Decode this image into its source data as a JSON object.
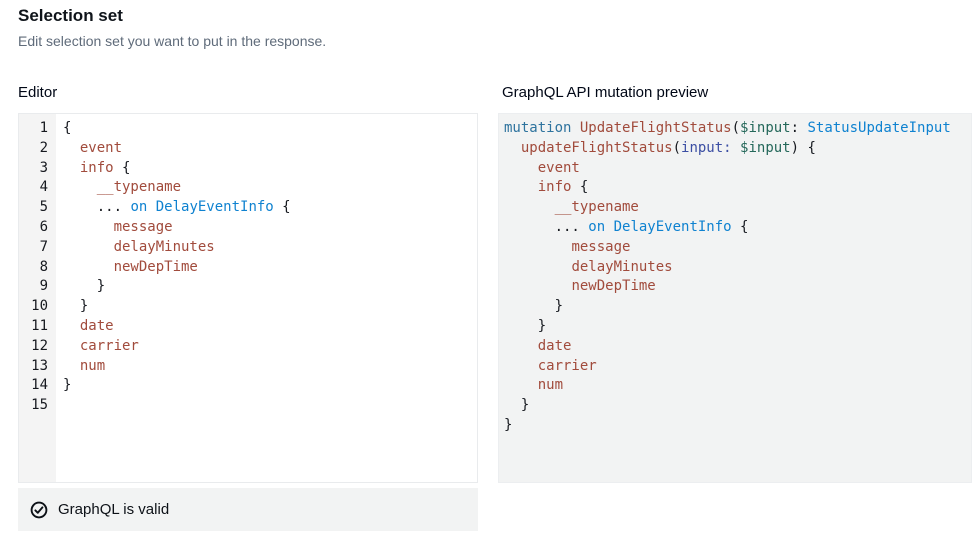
{
  "page": {
    "title": "Selection set",
    "description": "Edit selection set you want to put in the response."
  },
  "editor": {
    "label": "Editor",
    "status": {
      "icon": "check-circle-icon",
      "text": "GraphQL is valid"
    },
    "lines": [
      {
        "n": "1",
        "segs": [
          {
            "t": "{",
            "c": "p"
          }
        ]
      },
      {
        "n": "2",
        "segs": [
          {
            "t": "  ",
            "c": "p"
          },
          {
            "t": "event",
            "c": "f"
          }
        ]
      },
      {
        "n": "3",
        "segs": [
          {
            "t": "  ",
            "c": "p"
          },
          {
            "t": "info",
            "c": "f"
          },
          {
            "t": " {",
            "c": "p"
          }
        ]
      },
      {
        "n": "4",
        "segs": [
          {
            "t": "    ",
            "c": "p"
          },
          {
            "t": "__typename",
            "c": "f"
          }
        ]
      },
      {
        "n": "5",
        "segs": [
          {
            "t": "    ... ",
            "c": "p"
          },
          {
            "t": "on",
            "c": "t"
          },
          {
            "t": " ",
            "c": "p"
          },
          {
            "t": "DelayEventInfo",
            "c": "t"
          },
          {
            "t": " {",
            "c": "p"
          }
        ]
      },
      {
        "n": "6",
        "segs": [
          {
            "t": "      ",
            "c": "p"
          },
          {
            "t": "message",
            "c": "f"
          }
        ]
      },
      {
        "n": "7",
        "segs": [
          {
            "t": "      ",
            "c": "p"
          },
          {
            "t": "delayMinutes",
            "c": "f"
          }
        ]
      },
      {
        "n": "8",
        "segs": [
          {
            "t": "      ",
            "c": "p"
          },
          {
            "t": "newDepTime",
            "c": "f"
          }
        ]
      },
      {
        "n": "9",
        "segs": [
          {
            "t": "    }",
            "c": "p"
          }
        ]
      },
      {
        "n": "10",
        "segs": [
          {
            "t": "  }",
            "c": "p"
          }
        ]
      },
      {
        "n": "11",
        "segs": [
          {
            "t": "  ",
            "c": "p"
          },
          {
            "t": "date",
            "c": "f"
          }
        ]
      },
      {
        "n": "12",
        "segs": [
          {
            "t": "  ",
            "c": "p"
          },
          {
            "t": "carrier",
            "c": "f"
          }
        ]
      },
      {
        "n": "13",
        "segs": [
          {
            "t": "  ",
            "c": "p"
          },
          {
            "t": "num",
            "c": "f"
          }
        ]
      },
      {
        "n": "14",
        "segs": [
          {
            "t": "}",
            "c": "p"
          }
        ]
      },
      {
        "n": "15",
        "segs": []
      }
    ]
  },
  "preview": {
    "label": "GraphQL API mutation preview",
    "lines": [
      {
        "segs": [
          {
            "t": "mutation",
            "c": "k"
          },
          {
            "t": " ",
            "c": "p"
          },
          {
            "t": "UpdateFlightStatus",
            "c": "f"
          },
          {
            "t": "(",
            "c": "p"
          },
          {
            "t": "$input",
            "c": "v"
          },
          {
            "t": ": ",
            "c": "p"
          },
          {
            "t": "StatusUpdateInput",
            "c": "t"
          }
        ]
      },
      {
        "segs": [
          {
            "t": "  ",
            "c": "p"
          },
          {
            "t": "updateFlightStatus",
            "c": "f"
          },
          {
            "t": "(",
            "c": "p"
          },
          {
            "t": "input:",
            "c": "a"
          },
          {
            "t": " ",
            "c": "p"
          },
          {
            "t": "$input",
            "c": "v"
          },
          {
            "t": ") {",
            "c": "p"
          }
        ]
      },
      {
        "segs": [
          {
            "t": "    ",
            "c": "p"
          },
          {
            "t": "event",
            "c": "f"
          }
        ]
      },
      {
        "segs": [
          {
            "t": "    ",
            "c": "p"
          },
          {
            "t": "info",
            "c": "f"
          },
          {
            "t": " {",
            "c": "p"
          }
        ]
      },
      {
        "segs": [
          {
            "t": "      ",
            "c": "p"
          },
          {
            "t": "__typename",
            "c": "f"
          }
        ]
      },
      {
        "segs": [
          {
            "t": "      ... ",
            "c": "p"
          },
          {
            "t": "on",
            "c": "t"
          },
          {
            "t": " ",
            "c": "p"
          },
          {
            "t": "DelayEventInfo",
            "c": "t"
          },
          {
            "t": " {",
            "c": "p"
          }
        ]
      },
      {
        "segs": [
          {
            "t": "        ",
            "c": "p"
          },
          {
            "t": "message",
            "c": "f"
          }
        ]
      },
      {
        "segs": [
          {
            "t": "        ",
            "c": "p"
          },
          {
            "t": "delayMinutes",
            "c": "f"
          }
        ]
      },
      {
        "segs": [
          {
            "t": "        ",
            "c": "p"
          },
          {
            "t": "newDepTime",
            "c": "f"
          }
        ]
      },
      {
        "segs": [
          {
            "t": "      }",
            "c": "p"
          }
        ]
      },
      {
        "segs": [
          {
            "t": "    }",
            "c": "p"
          }
        ]
      },
      {
        "segs": [
          {
            "t": "    ",
            "c": "p"
          },
          {
            "t": "date",
            "c": "f"
          }
        ]
      },
      {
        "segs": [
          {
            "t": "    ",
            "c": "p"
          },
          {
            "t": "carrier",
            "c": "f"
          }
        ]
      },
      {
        "segs": [
          {
            "t": "    ",
            "c": "p"
          },
          {
            "t": "num",
            "c": "f"
          }
        ]
      },
      {
        "segs": [
          {
            "t": "  }",
            "c": "p"
          }
        ]
      },
      {
        "segs": [
          {
            "t": "}",
            "c": "p"
          }
        ]
      }
    ]
  },
  "syntax_colors": {
    "plain": "#16191f",
    "field": "#a14b3c",
    "keyword": "#2e739e",
    "type": "#0f82d0",
    "variable": "#25685a",
    "argument": "#3b4ea3"
  }
}
